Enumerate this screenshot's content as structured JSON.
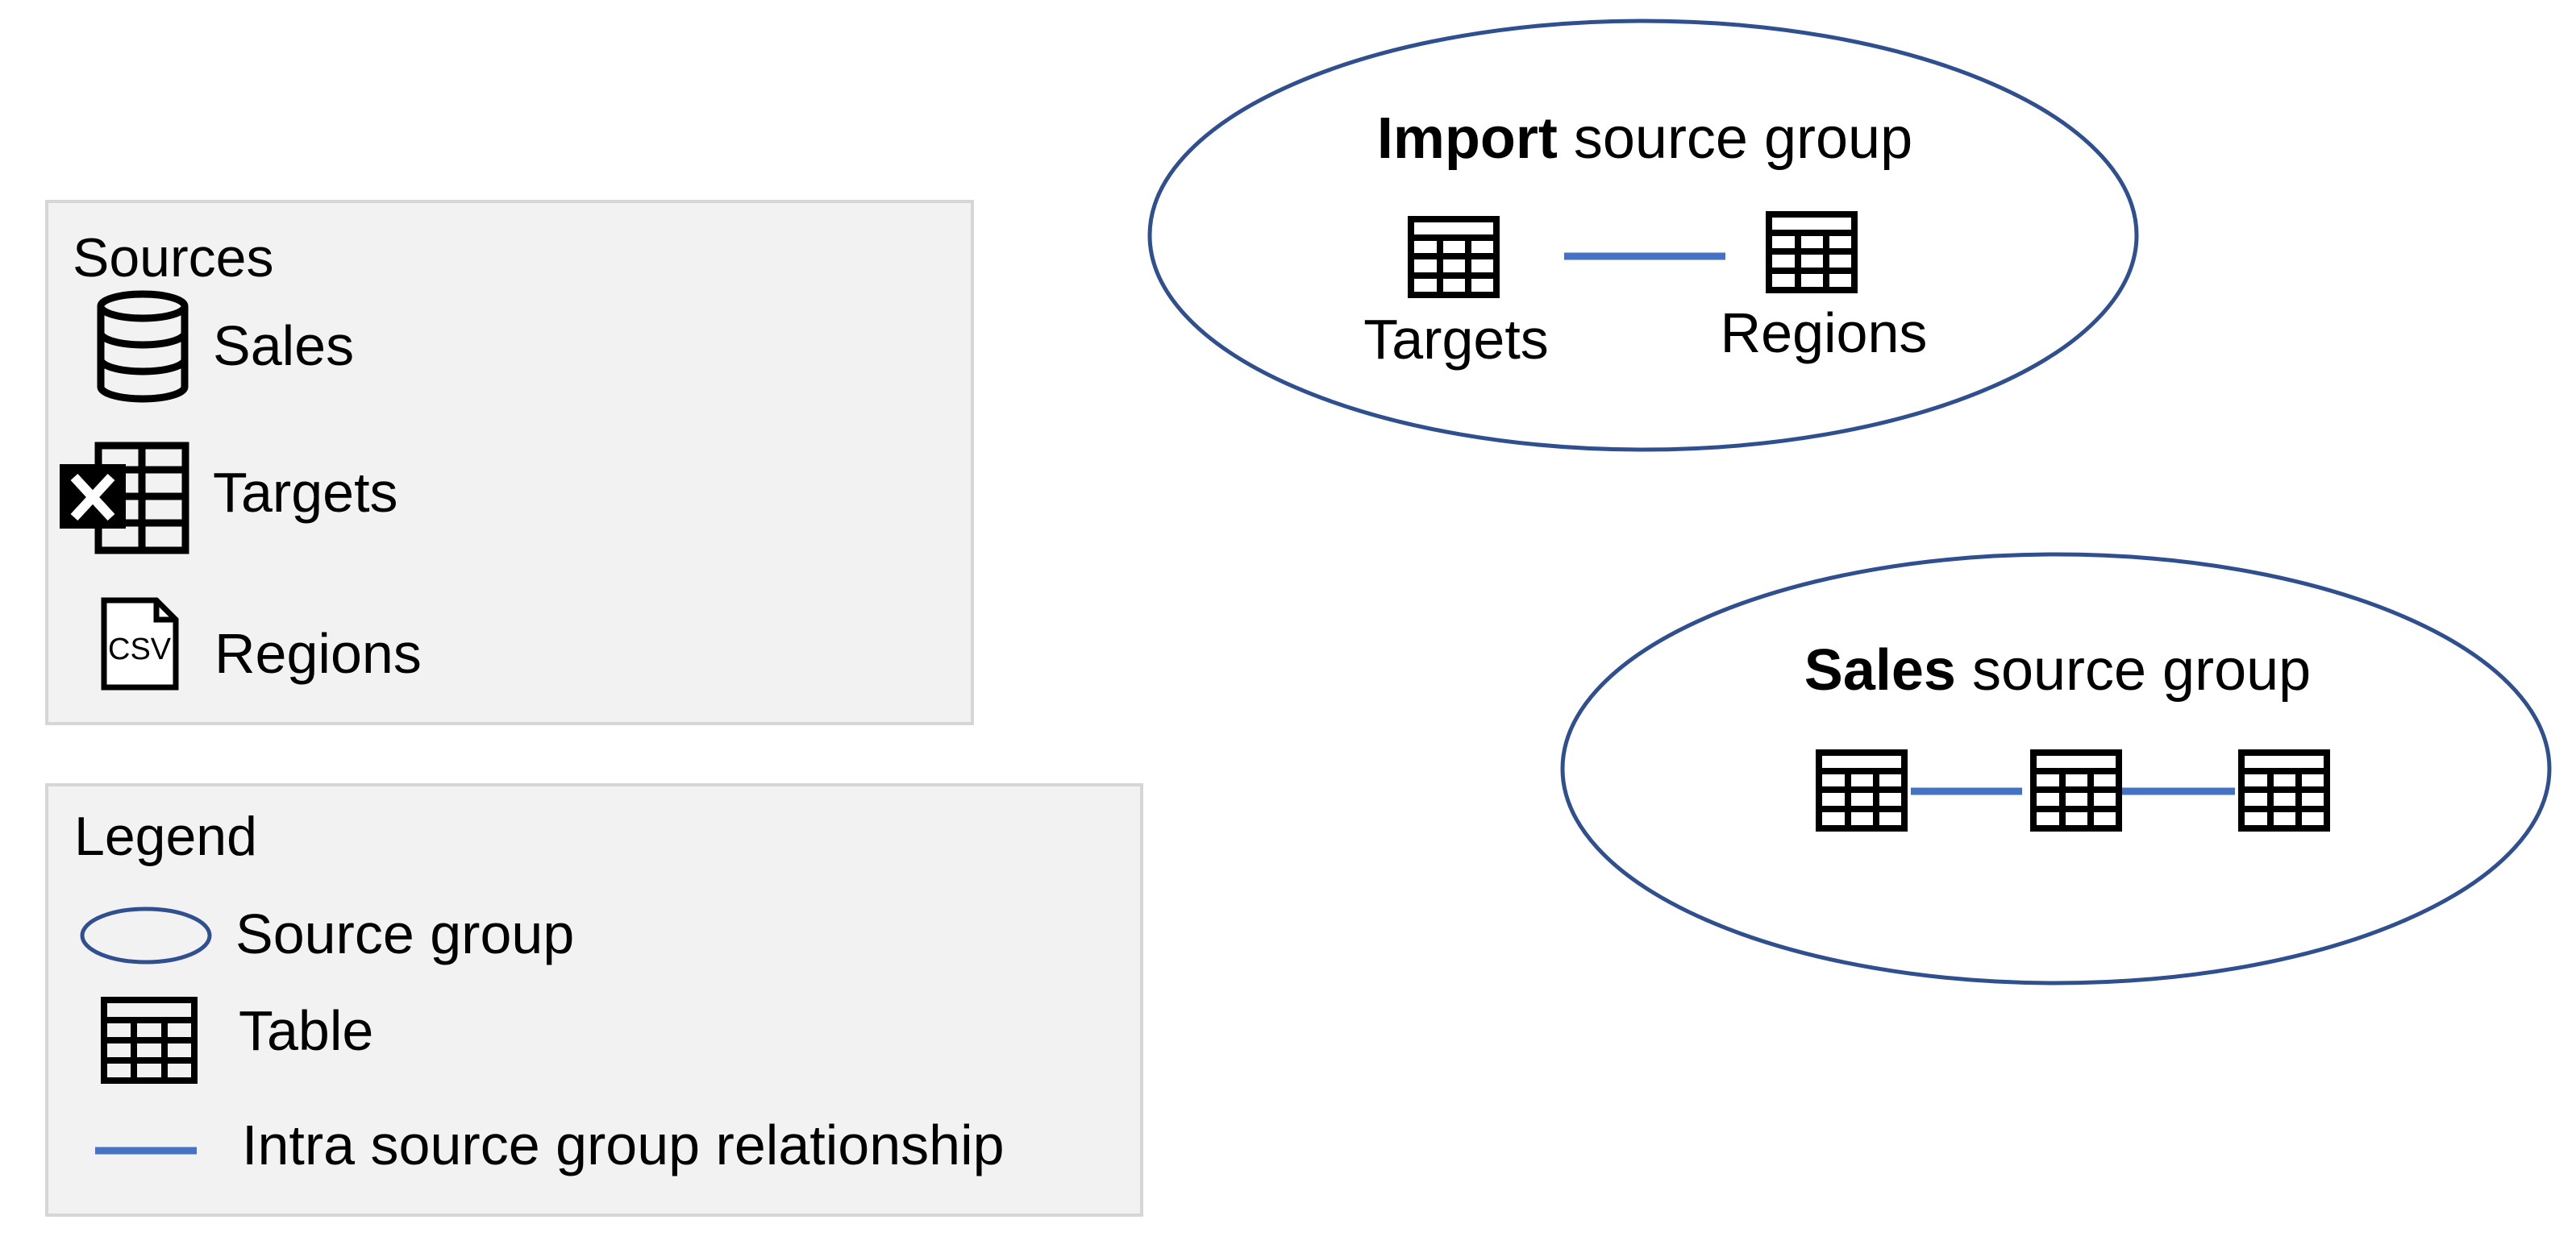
{
  "sources_panel": {
    "title": "Sources",
    "items": [
      {
        "label": "Sales",
        "icon": "database-icon"
      },
      {
        "label": "Targets",
        "icon": "excel-icon"
      },
      {
        "label": "Regions",
        "icon": "csv-file-icon",
        "icon_text": "CSV"
      }
    ]
  },
  "legend_panel": {
    "title": "Legend",
    "items": [
      {
        "label": "Source group",
        "icon": "ellipse-icon"
      },
      {
        "label": "Table",
        "icon": "table-icon"
      },
      {
        "label": "Intra source group relationship",
        "icon": "line-icon"
      }
    ]
  },
  "groups": {
    "import": {
      "title_bold": "Import",
      "title_rest": " source group",
      "tables": [
        "Targets",
        "Regions"
      ]
    },
    "sales": {
      "title_bold": "Sales",
      "title_rest": " source group",
      "table_count": 3
    }
  },
  "colors": {
    "ellipse_stroke": "#2f4f8f",
    "relationship_line": "#4472c4",
    "panel_bg": "#f2f2f2",
    "panel_border": "#d6d6d6"
  }
}
